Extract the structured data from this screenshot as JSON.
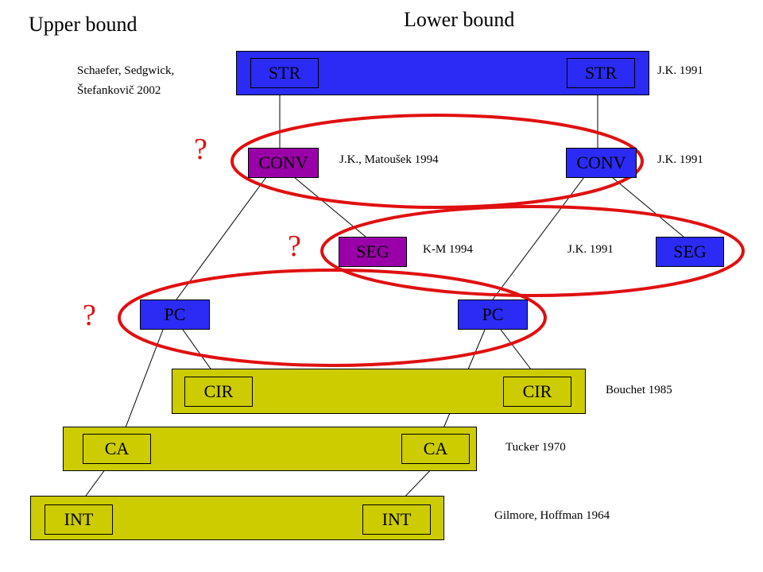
{
  "headings": {
    "upper": "Upper bound",
    "lower": "Lower bound"
  },
  "colors": {
    "blue": "#2b2bf5",
    "purple": "#9a00a8",
    "olive": "#cccc00",
    "red": "#e01010"
  },
  "nodes": {
    "str_left": "STR",
    "str_right": "STR",
    "conv_left": "CONV",
    "conv_right": "CONV",
    "seg_left": "SEG",
    "seg_right": "SEG",
    "pc_left": "PC",
    "pc_right": "PC",
    "cir_left": "CIR",
    "cir_right": "CIR",
    "ca_left": "CA",
    "ca_right": "CA",
    "int_left": "INT",
    "int_right": "INT"
  },
  "citations": {
    "schaefer_line1": "Schaefer, Sedgwick,",
    "schaefer_line2": "Štefankovič 2002",
    "jk1991_str": "J.K. 1991",
    "jk_matousek": "J.K., Matoušek 1994",
    "jk1991_conv": "J.K. 1991",
    "km1994": "K-M 1994",
    "jk1991_seg": "J.K. 1991",
    "bouchet": "Bouchet 1985",
    "tucker": "Tucker 1970",
    "gilmore": "Gilmore, Hoffman 1964"
  },
  "question_marks": [
    "?",
    "?",
    "?"
  ]
}
